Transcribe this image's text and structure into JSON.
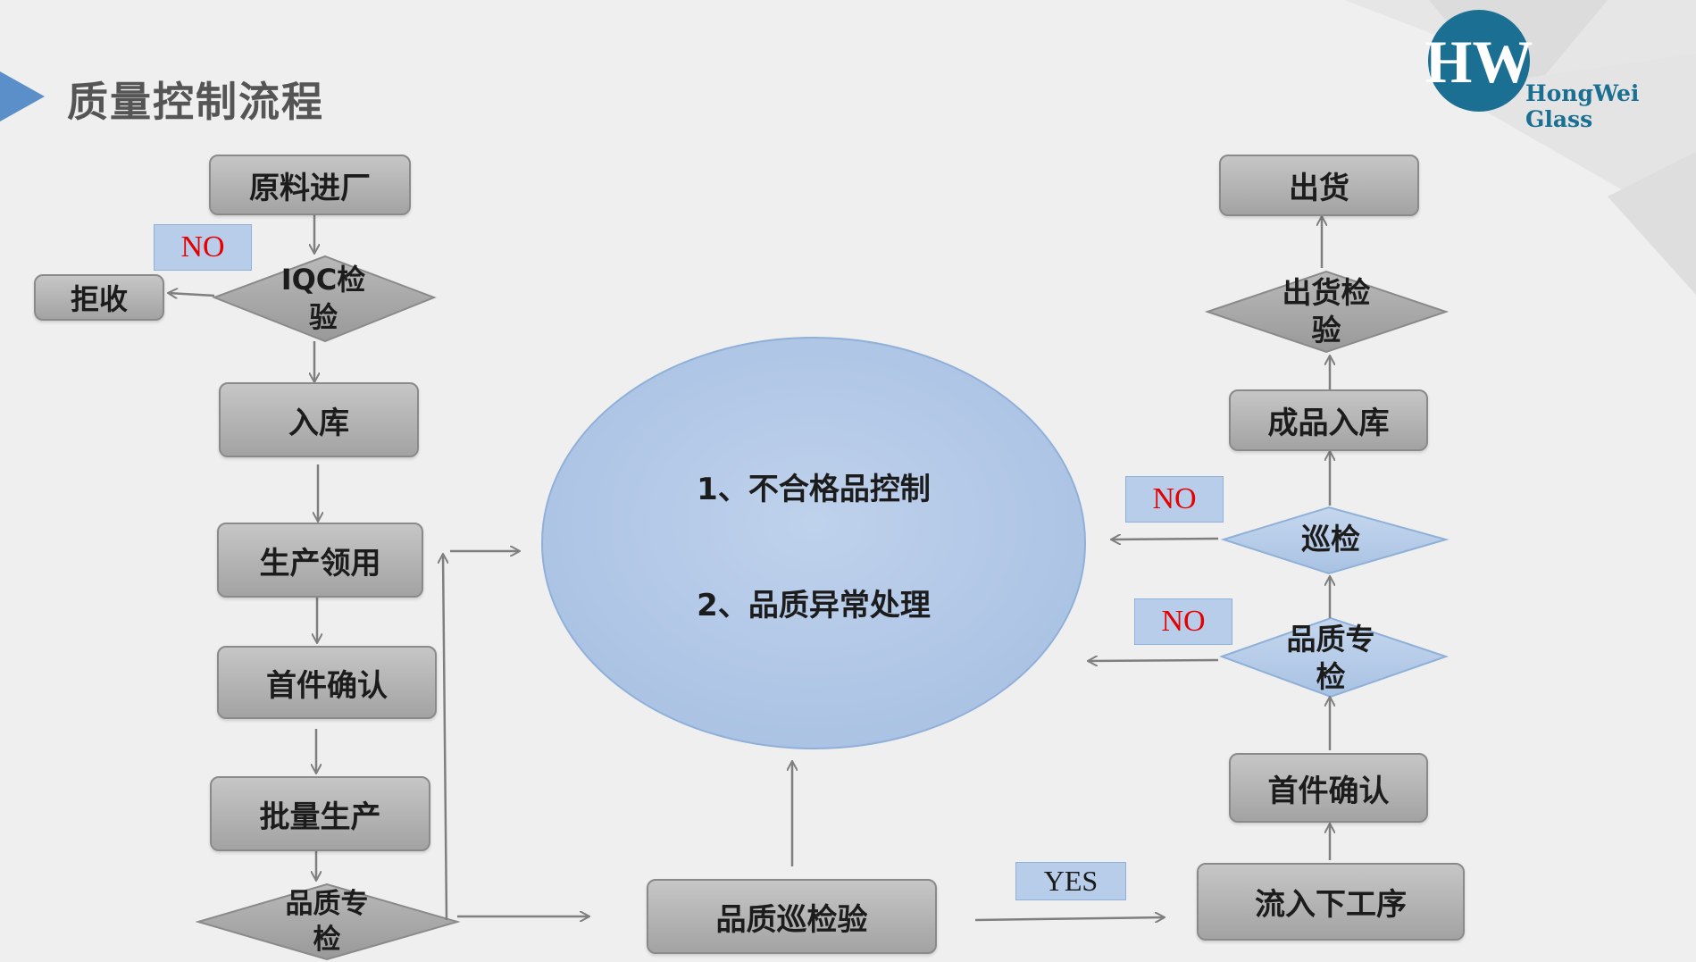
{
  "title": "质量控制流程",
  "logo": {
    "brand_text": "HongWei Glass",
    "icon": "hongwei-logo-icon"
  },
  "colors": {
    "box": "#b3b3b3",
    "diamond_gray": "#a8a8a8",
    "diamond_blue": "#b8cde9",
    "ellipse": "#b7cce8",
    "no_text": "#e60000",
    "arrow": "#7f7f7f",
    "accent": "#5b8fc9"
  },
  "left_flow": {
    "raw_material": "原料进厂",
    "iqc": "IQC检验",
    "reject": "拒收",
    "no_tag": "NO",
    "storage": "入库",
    "production_requisition": "生产领用",
    "first_article": "首件确认",
    "mass_production": "批量生产",
    "quality_special": "品质专检"
  },
  "center": {
    "item1": "1、不合格品控制",
    "item2": "2、品质异常处理",
    "patrol_inspection": "品质巡检验",
    "yes_tag": "YES"
  },
  "right_flow": {
    "shipment": "出货",
    "shipment_inspection": "出货检验",
    "finished_storage": "成品入库",
    "patrol": "巡检",
    "no_tag_1": "NO",
    "quality_special": "品质专检",
    "no_tag_2": "NO",
    "first_article": "首件确认",
    "next_process": "流入下工序"
  }
}
